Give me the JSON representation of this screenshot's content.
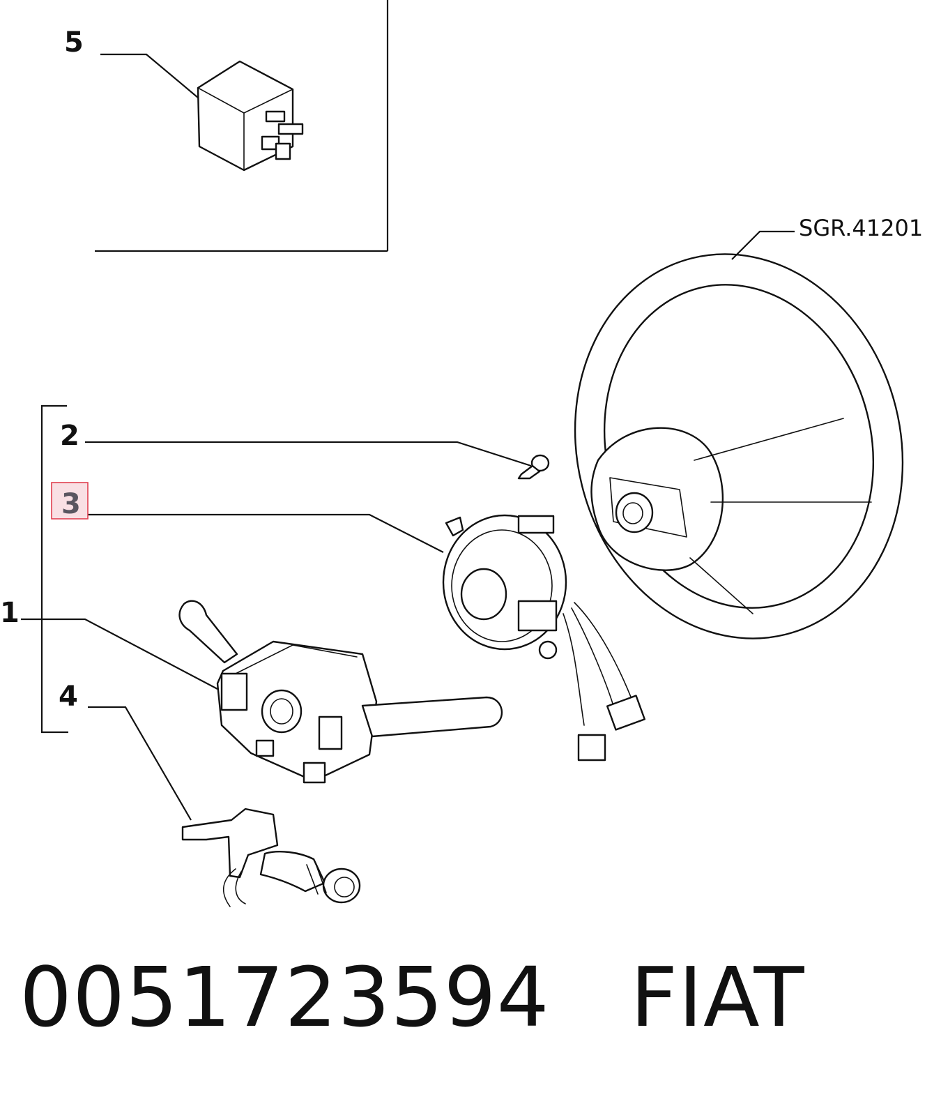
{
  "callouts": [
    {
      "id": "5",
      "label": "5"
    },
    {
      "id": "2",
      "label": "2"
    },
    {
      "id": "3",
      "label": "3",
      "highlighted": true
    },
    {
      "id": "1",
      "label": "1"
    },
    {
      "id": "4",
      "label": "4"
    }
  ],
  "reference_label": "SGR.41201",
  "part_number": "0051723594",
  "brand": "FIAT",
  "highlight_color": "#e04050"
}
